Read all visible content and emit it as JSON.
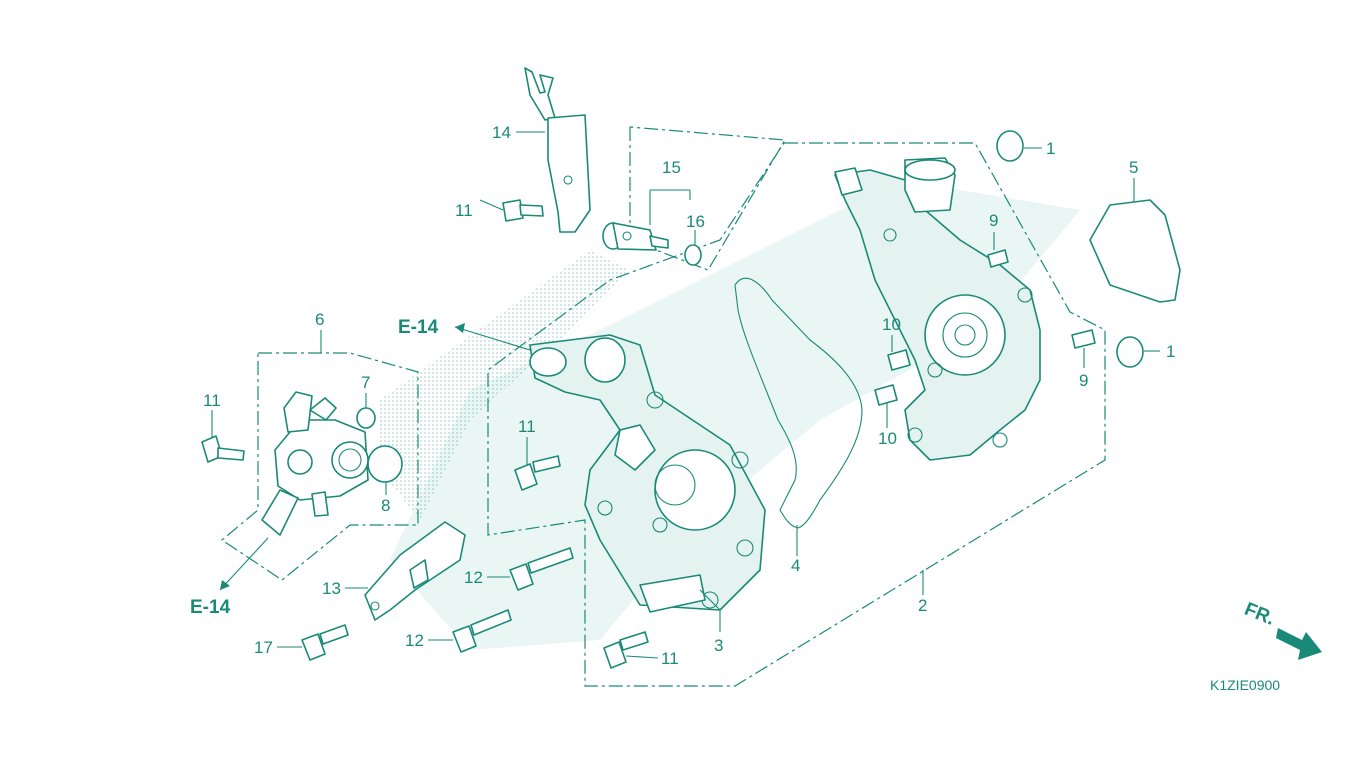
{
  "diagram": {
    "drawing_code": "K1ZIE0900",
    "front_marker": "FR.",
    "references": [
      "E-14",
      "E-14"
    ],
    "callouts": [
      {
        "id": "c1a",
        "label": "1"
      },
      {
        "id": "c1b",
        "label": "1"
      },
      {
        "id": "c2",
        "label": "2"
      },
      {
        "id": "c3",
        "label": "3"
      },
      {
        "id": "c4",
        "label": "4"
      },
      {
        "id": "c5",
        "label": "5"
      },
      {
        "id": "c6",
        "label": "6"
      },
      {
        "id": "c7",
        "label": "7"
      },
      {
        "id": "c8",
        "label": "8"
      },
      {
        "id": "c9a",
        "label": "9"
      },
      {
        "id": "c9b",
        "label": "9"
      },
      {
        "id": "c10a",
        "label": "10"
      },
      {
        "id": "c10b",
        "label": "10"
      },
      {
        "id": "c11a",
        "label": "11"
      },
      {
        "id": "c11b",
        "label": "11"
      },
      {
        "id": "c11c",
        "label": "11"
      },
      {
        "id": "c11d",
        "label": "11"
      },
      {
        "id": "c12a",
        "label": "12"
      },
      {
        "id": "c12b",
        "label": "12"
      },
      {
        "id": "c13",
        "label": "13"
      },
      {
        "id": "c14",
        "label": "14"
      },
      {
        "id": "c15",
        "label": "15"
      },
      {
        "id": "c16",
        "label": "16"
      },
      {
        "id": "c17",
        "label": "17"
      }
    ],
    "colors": {
      "line": "#1a8a78",
      "watermark": "#d9efe9"
    }
  }
}
